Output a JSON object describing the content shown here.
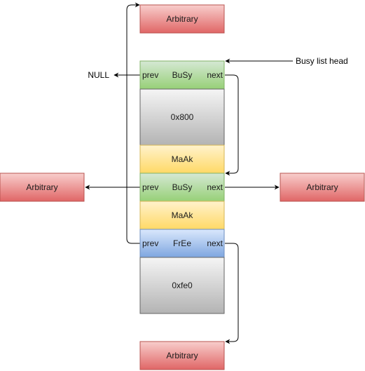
{
  "colors": {
    "red_top": "#f8cecc",
    "red_bottom": "#e06666",
    "red_stroke": "#b85450",
    "green_top": "#d5e8d4",
    "green_bottom": "#97d077",
    "green_stroke": "#82b366",
    "gray_top": "#f5f5f5",
    "gray_bottom": "#b3b3b3",
    "gray_stroke": "#666666",
    "yellow_top": "#fff2cc",
    "yellow_bottom": "#ffd966",
    "yellow_stroke": "#d6b656",
    "blue_top": "#dae8fc",
    "blue_bottom": "#7ea6e0",
    "blue_stroke": "#6c8ebf",
    "edge": "#000000"
  },
  "boxes": {
    "arbitrary_top": "Arbitrary",
    "arbitrary_left": "Arbitrary",
    "arbitrary_right": "Arbitrary",
    "arbitrary_bottom": "Arbitrary",
    "chunk1_header": {
      "prev": "prev",
      "tag": "BuSy",
      "next": "next"
    },
    "chunk1_size": "0x800",
    "chunk1_footer": "MaAk",
    "chunk2_header": {
      "prev": "prev",
      "tag": "BuSy",
      "next": "next"
    },
    "chunk2_footer": "MaAk",
    "chunk3_header": {
      "prev": "prev",
      "tag": "FrEe",
      "next": "next"
    },
    "chunk3_size": "0xfe0"
  },
  "labels": {
    "busy_list_head": "Busy list head",
    "null": "NULL"
  }
}
